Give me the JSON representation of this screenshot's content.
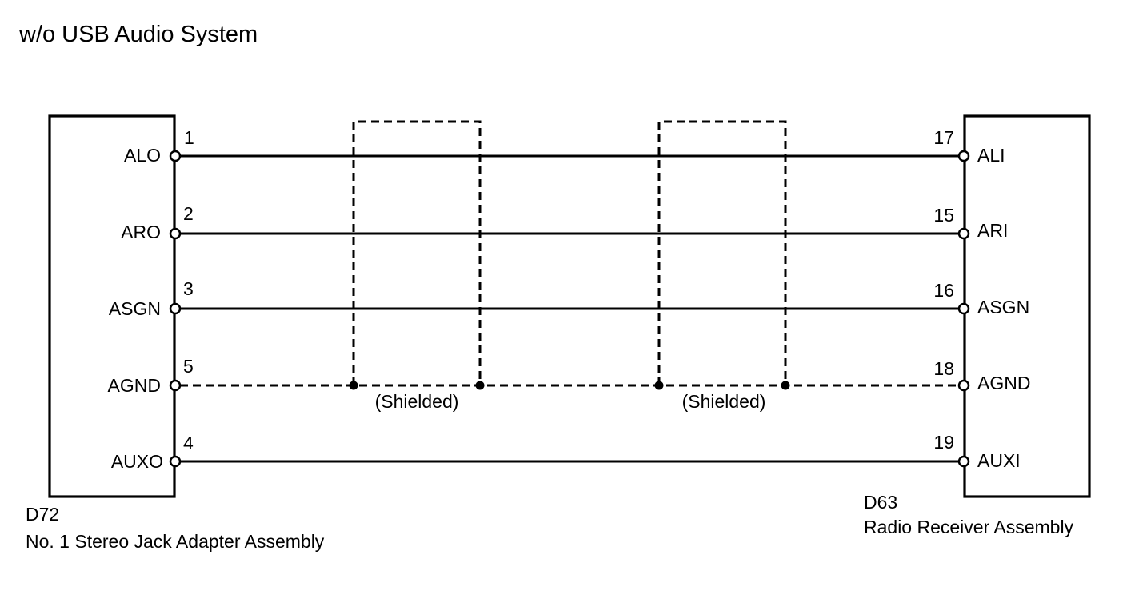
{
  "title": "w/o USB Audio System",
  "left_connector": {
    "code": "D72",
    "name": "No. 1 Stereo Jack Adapter Assembly",
    "pins": [
      {
        "label": "ALO",
        "pin": "1"
      },
      {
        "label": "ARO",
        "pin": "2"
      },
      {
        "label": "ASGN",
        "pin": "3"
      },
      {
        "label": "AGND",
        "pin": "5"
      },
      {
        "label": "AUXO",
        "pin": "4"
      }
    ]
  },
  "right_connector": {
    "code": "D63",
    "name": "Radio Receiver Assembly",
    "pins": [
      {
        "label": "ALI",
        "pin": "17"
      },
      {
        "label": "ARI",
        "pin": "15"
      },
      {
        "label": "ASGN",
        "pin": "16"
      },
      {
        "label": "AGND",
        "pin": "18"
      },
      {
        "label": "AUXI",
        "pin": "19"
      }
    ]
  },
  "shields": [
    {
      "label": "(Shielded)"
    },
    {
      "label": "(Shielded)"
    }
  ],
  "wires": [
    {
      "style": "solid"
    },
    {
      "style": "solid"
    },
    {
      "style": "solid"
    },
    {
      "style": "dashed"
    },
    {
      "style": "solid"
    }
  ]
}
